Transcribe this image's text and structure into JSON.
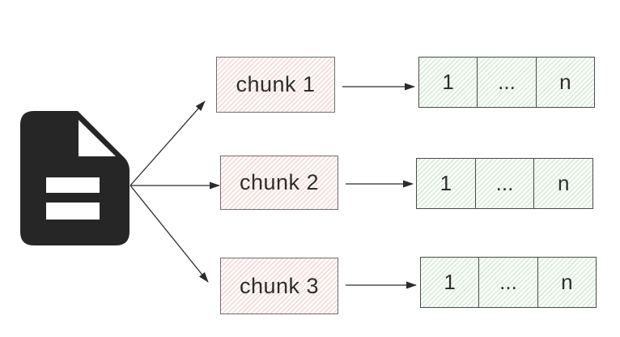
{
  "diagram": {
    "source": {
      "icon": "document-icon"
    },
    "rows": [
      {
        "chunk": "chunk 1",
        "tokens": [
          "1",
          "...",
          "n"
        ]
      },
      {
        "chunk": "chunk 2",
        "tokens": [
          "1",
          "...",
          "n"
        ]
      },
      {
        "chunk": "chunk 3",
        "tokens": [
          "1",
          "...",
          "n"
        ]
      }
    ],
    "colors": {
      "icon": "#262626",
      "arrow": "#2b2b2b",
      "chunk_stripe": "#f7dbdb",
      "chunk_border": "#6e6e6e",
      "token_stripe": "#d9edda",
      "token_border": "#4b4b4b",
      "text": "#2d2d2d"
    }
  }
}
